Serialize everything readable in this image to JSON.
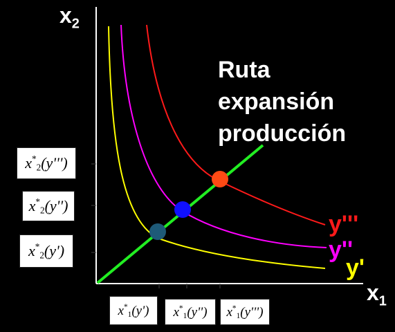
{
  "axes": {
    "y_label": "x",
    "y_label_sub": "2",
    "x_label": "x",
    "x_label_sub": "1"
  },
  "title_lines": [
    "Ruta",
    "expansión",
    "producción"
  ],
  "curves": [
    {
      "label": "y'",
      "color": "#ffff00"
    },
    {
      "label": "y''",
      "color": "#ff00ff"
    },
    {
      "label": "y'''",
      "color": "#ff1a1a"
    }
  ],
  "expansion_path_color": "#22ee22",
  "points": [
    {
      "curve": "y'",
      "color": "#1e5a78"
    },
    {
      "curve": "y''",
      "color": "#1010ff"
    },
    {
      "curve": "y'''",
      "color": "#ff4a14"
    }
  ],
  "x2_labels": [
    {
      "var": "x",
      "star": "*",
      "sub": "2",
      "arg": "(y''')"
    },
    {
      "var": "x",
      "star": "*",
      "sub": "2",
      "arg": "(y'')"
    },
    {
      "var": "x",
      "star": "*",
      "sub": "2",
      "arg": "(y')"
    }
  ],
  "x1_labels": [
    {
      "var": "x",
      "star": "*",
      "sub": "1",
      "arg": "(y')"
    },
    {
      "var": "x",
      "star": "*",
      "sub": "1",
      "arg": "(y'')"
    },
    {
      "var": "x",
      "star": "*",
      "sub": "1",
      "arg": "(y''')"
    }
  ]
}
